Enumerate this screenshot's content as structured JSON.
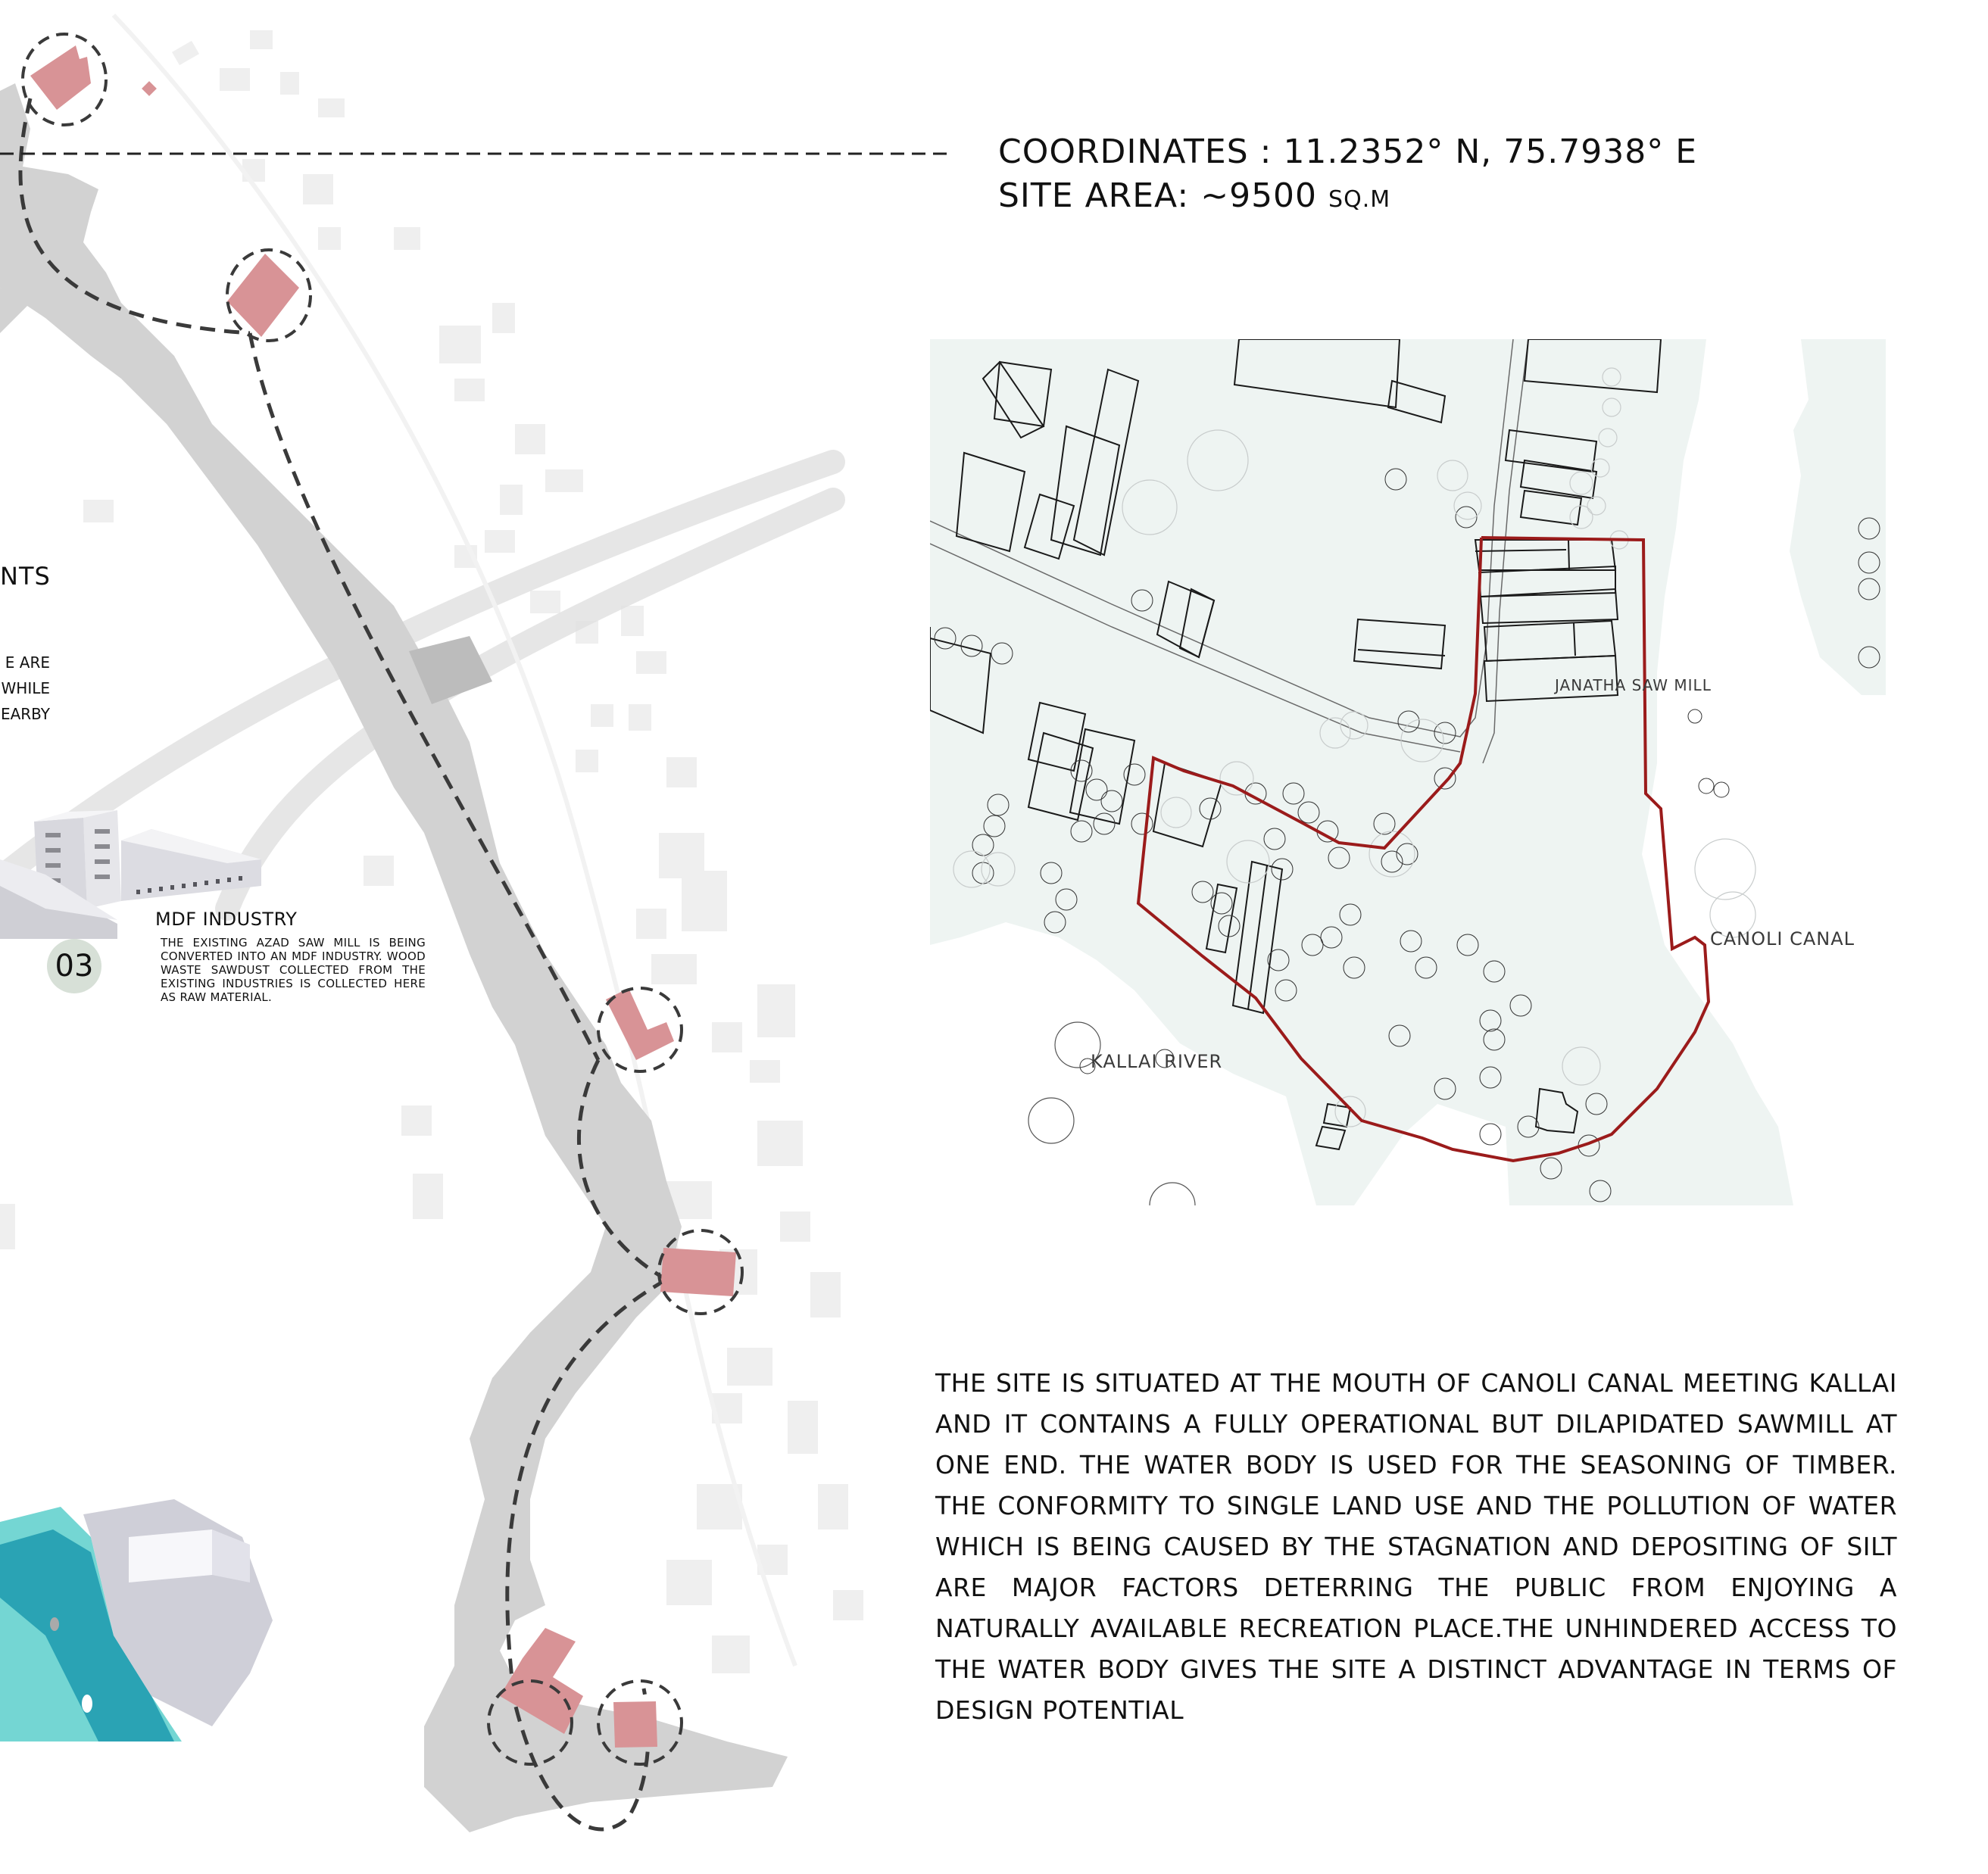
{
  "header": {
    "coordinates_label": "COORDINATES :",
    "coordinates_value": "11.2352° N, 75.7938° E",
    "site_area_label": "SITE AREA:",
    "site_area_value": "~9500",
    "site_area_unit": "SQ.M"
  },
  "left_panel": {
    "partial_heading": "NTS",
    "partial_lines": [
      "E ARE",
      "WHILE",
      "EARBY"
    ],
    "mdf": {
      "number": "03",
      "title": "MDF INDUSTRY",
      "text": "The existing Azad saw mill is being converted into an MDF industry. Wood waste sawdust collected from the existing industries is collected here as raw material."
    }
  },
  "site_plan": {
    "labels": {
      "saw_mill": "JANATHA SAW MILL",
      "canal": "CANOLI CANAL",
      "river": "KALLAI RIVER"
    },
    "colors": {
      "ground": "#eef4f2",
      "boundary": "#9b1b1b",
      "building_outline": "#1a1a1a"
    }
  },
  "overview_map": {
    "colors": {
      "water": "#d2d2d2",
      "building_ghost": "#efefef",
      "highlight_building": "#d89396",
      "route_dash": "#3a3a3a",
      "road": "#d6d6d6"
    },
    "highlight_sites": 7
  },
  "description": {
    "text": "The site is situated at the mouth of Canoli canal meeting Kallai and it contains a fully operational but dilapidated sawmill at one end. The water body is used for the seasoning of timber. The conformity to single land use and the pollution of water which is being caused by the stagnation and depositing of silt are major factors deterring the public from enjoying a naturally available recreation place.The unhindered access to the water body gives the site a distinct advantage in terms of design potential"
  }
}
